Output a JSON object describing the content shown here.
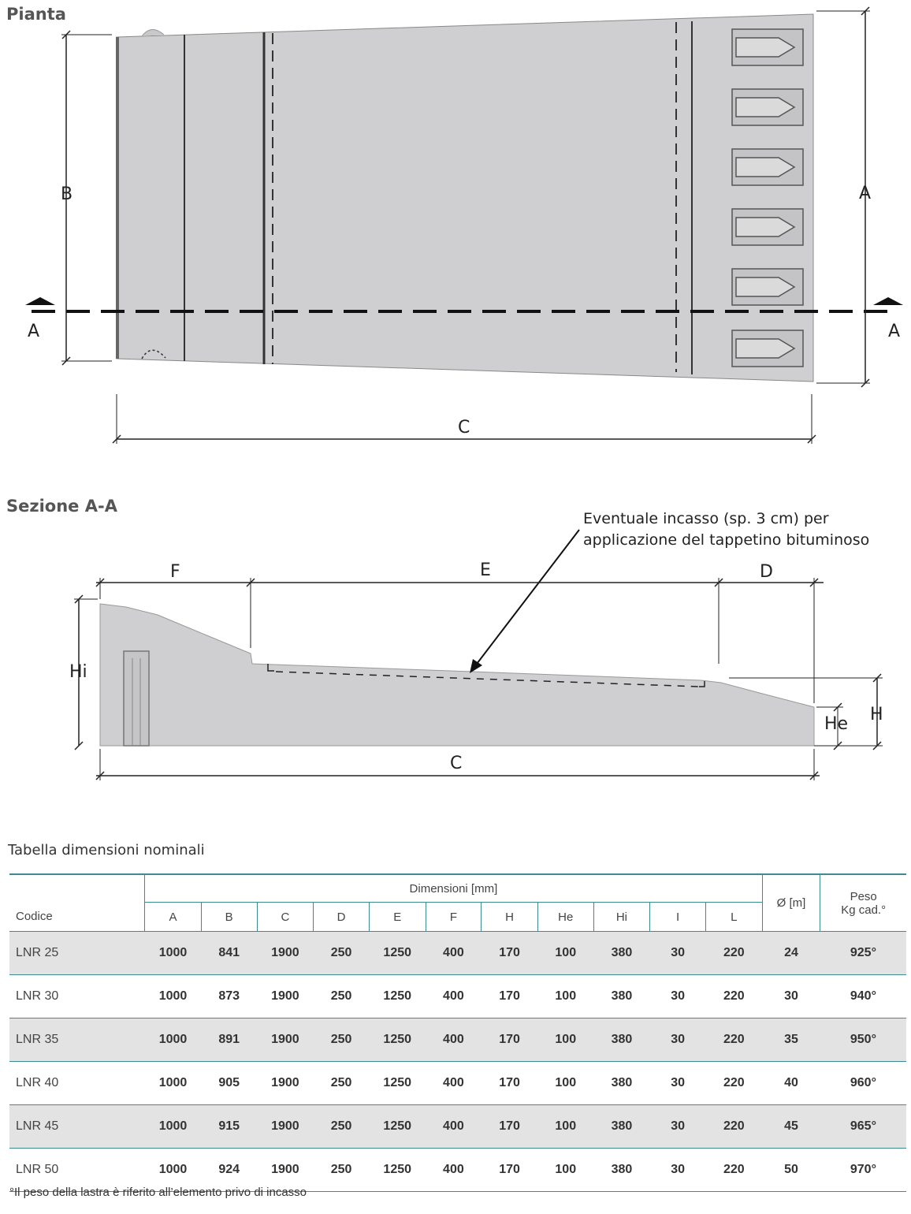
{
  "plan": {
    "title": "Pianta",
    "labels": {
      "B": "B",
      "A_dim": "A",
      "C": "C",
      "section_left": "A",
      "section_right": "A"
    }
  },
  "section": {
    "title": "Sezione A-A",
    "note_line1": "Eventuale incasso (sp. 3 cm) per",
    "note_line2": "applicazione del tappetino bituminoso",
    "labels": {
      "F": "F",
      "E": "E",
      "D": "D",
      "Hi": "Hi",
      "He": "He",
      "H": "H",
      "C": "C"
    }
  },
  "table": {
    "title": "Tabella dimensioni nominali",
    "group_header": "Dimensioni [mm]",
    "code_header": "Codice",
    "diam_header": "Ø [m]",
    "weight_header_line1": "Peso",
    "weight_header_line2": "Kg cad.°",
    "columns": [
      "A",
      "B",
      "C",
      "D",
      "E",
      "F",
      "H",
      "He",
      "Hi",
      "I",
      "L"
    ],
    "rows": [
      {
        "code": "LNR 25",
        "values": [
          "1000",
          "841",
          "1900",
          "250",
          "1250",
          "400",
          "170",
          "100",
          "380",
          "30",
          "220"
        ],
        "diam": "24",
        "weight": "925°"
      },
      {
        "code": "LNR 30",
        "values": [
          "1000",
          "873",
          "1900",
          "250",
          "1250",
          "400",
          "170",
          "100",
          "380",
          "30",
          "220"
        ],
        "diam": "30",
        "weight": "940°"
      },
      {
        "code": "LNR 35",
        "values": [
          "1000",
          "891",
          "1900",
          "250",
          "1250",
          "400",
          "170",
          "100",
          "380",
          "30",
          "220"
        ],
        "diam": "35",
        "weight": "950°"
      },
      {
        "code": "LNR 40",
        "values": [
          "1000",
          "905",
          "1900",
          "250",
          "1250",
          "400",
          "170",
          "100",
          "380",
          "30",
          "220"
        ],
        "diam": "40",
        "weight": "960°"
      },
      {
        "code": "LNR 45",
        "values": [
          "1000",
          "915",
          "1900",
          "250",
          "1250",
          "400",
          "170",
          "100",
          "380",
          "30",
          "220"
        ],
        "diam": "45",
        "weight": "965°"
      },
      {
        "code": "LNR 50",
        "values": [
          "1000",
          "924",
          "1900",
          "250",
          "1250",
          "400",
          "170",
          "100",
          "380",
          "30",
          "220"
        ],
        "diam": "50",
        "weight": "970°"
      }
    ],
    "footnote": "°Il peso della lastra è riferito all’elemento privo di incasso"
  }
}
